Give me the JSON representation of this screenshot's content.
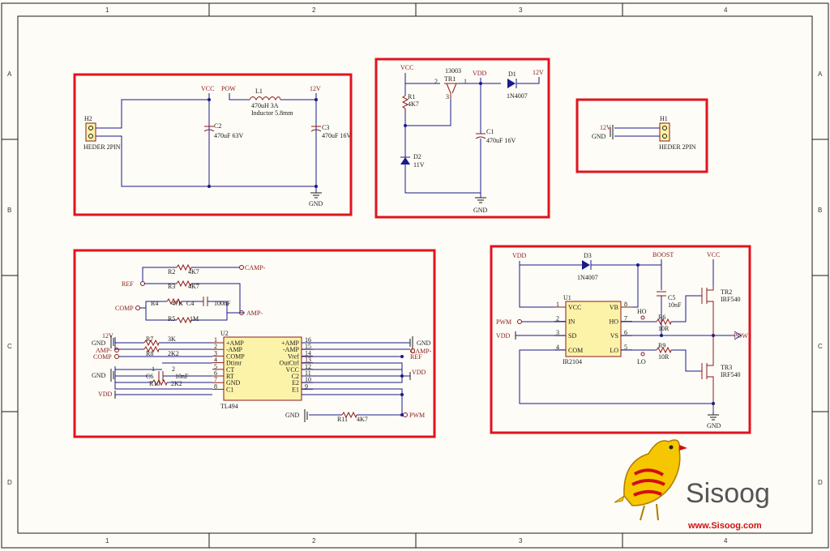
{
  "frame": {
    "columns": [
      "1",
      "2",
      "3",
      "4"
    ],
    "rows": [
      "A",
      "B",
      "C",
      "D"
    ]
  },
  "input_block": {
    "connector_ref": "H2",
    "connector_name": "HEDER 2PIN",
    "vcc": "VCC",
    "pow": "POW",
    "v12": "12V",
    "gnd": "GND",
    "inductor_ref": "L1",
    "inductor_val": "470uH 3A",
    "inductor_note": "Inductor 5.8mm",
    "c2_ref": "C2",
    "c2_val": "470uF 63V",
    "c3_ref": "C3",
    "c3_val": "470uF 16V"
  },
  "regulator_block": {
    "vcc": "VCC",
    "tr_part": "13003",
    "tr_ref": "TR1",
    "vdd": "VDD",
    "d1_ref": "D1",
    "d1_val": "1N4007",
    "v12": "12V",
    "r1_ref": "R1",
    "r1_val": "4K7",
    "d2_ref": "D2",
    "d2_val": "11V",
    "c1_ref": "C1",
    "c1_val": "470uF 16V",
    "gnd": "GND",
    "pin2": "2",
    "pin1": "1",
    "pin3": "3"
  },
  "output_connector": {
    "v12": "12V",
    "gnd": "GND",
    "ref": "H1",
    "name": "HEDER 2PIN"
  },
  "pwm_block": {
    "r2": "R2",
    "r2_val": "4K7",
    "camp_minus": "CAMP-",
    "ref": "REF",
    "r3": "R3",
    "r3_val": "4K7",
    "comp": "COMP",
    "r4": "R4",
    "r4_val": "47K",
    "c4": "C4",
    "c4_val": "100nF",
    "amp_minus": "AMP-",
    "r5": "R5",
    "r5_val": "1M",
    "v12": "12V",
    "gnd": "GND",
    "r7": "R7",
    "r7_val": "3K",
    "r8": "R8",
    "r8_val": "2K2",
    "c6": "C6",
    "c6_val": "10nF",
    "r10": "R10",
    "r10_val": "2K2",
    "vdd": "VDD",
    "chip_ref": "U2",
    "chip_name": "TL494",
    "left_pins": [
      "+AMP",
      "-AMP",
      "COMP",
      "Dtimr",
      "CT",
      "RT",
      "GND",
      "C1"
    ],
    "left_nums": [
      "1",
      "2",
      "3",
      "4",
      "5",
      "6",
      "7",
      "8"
    ],
    "right_pins": [
      "+AMP",
      "-AMP",
      "Vref",
      "OutCtrl",
      "VCC",
      "C2",
      "E2",
      "E1"
    ],
    "right_nums": [
      "16",
      "15",
      "14",
      "13",
      "12",
      "11",
      "10",
      "9"
    ],
    "r_gnd": "GND",
    "r_camp": "CAMP-",
    "r_ref": "REF",
    "r_vdd": "VDD",
    "r11": "R11",
    "r11_val": "4K7",
    "pwm": "PWM",
    "c_pin1": "1",
    "c_pin2": "2"
  },
  "driver_block": {
    "vdd": "VDD",
    "d3_ref": "D3",
    "d3_val": "1N4007",
    "boost": "BOOST",
    "vcc": "VCC",
    "u1_ref": "U1",
    "u1_name": "IR2104",
    "left_pins": [
      "VCC",
      "IN",
      "SD",
      "COM"
    ],
    "left_nums": [
      "1",
      "2",
      "3",
      "4"
    ],
    "right_pins": [
      "VB",
      "HO",
      "VS",
      "LO"
    ],
    "right_nums": [
      "8",
      "7",
      "6",
      "5"
    ],
    "pwm": "PWM",
    "vdd2": "VDD",
    "ho": "HO",
    "lo": "LO",
    "c5": "C5",
    "c5_val": "10nF",
    "r6": "R6",
    "r6_val": "10R",
    "r9": "R9",
    "r9_val": "10R",
    "tr2": "TR2",
    "tr2_val": "IRF540",
    "tr3": "TR3",
    "tr3_val": "IRF540",
    "pow": "POW",
    "gnd": "GND"
  },
  "logo": {
    "brand": "Sisoog",
    "url": "www.Sisoog.com"
  },
  "colors": {
    "highlight": "#e0141e",
    "wire": "#1a1a8b",
    "component": "#8b1a1a",
    "chip_fill": "#fdf3a8",
    "bird_yellow": "#f6c700",
    "bird_red": "#d01010"
  }
}
